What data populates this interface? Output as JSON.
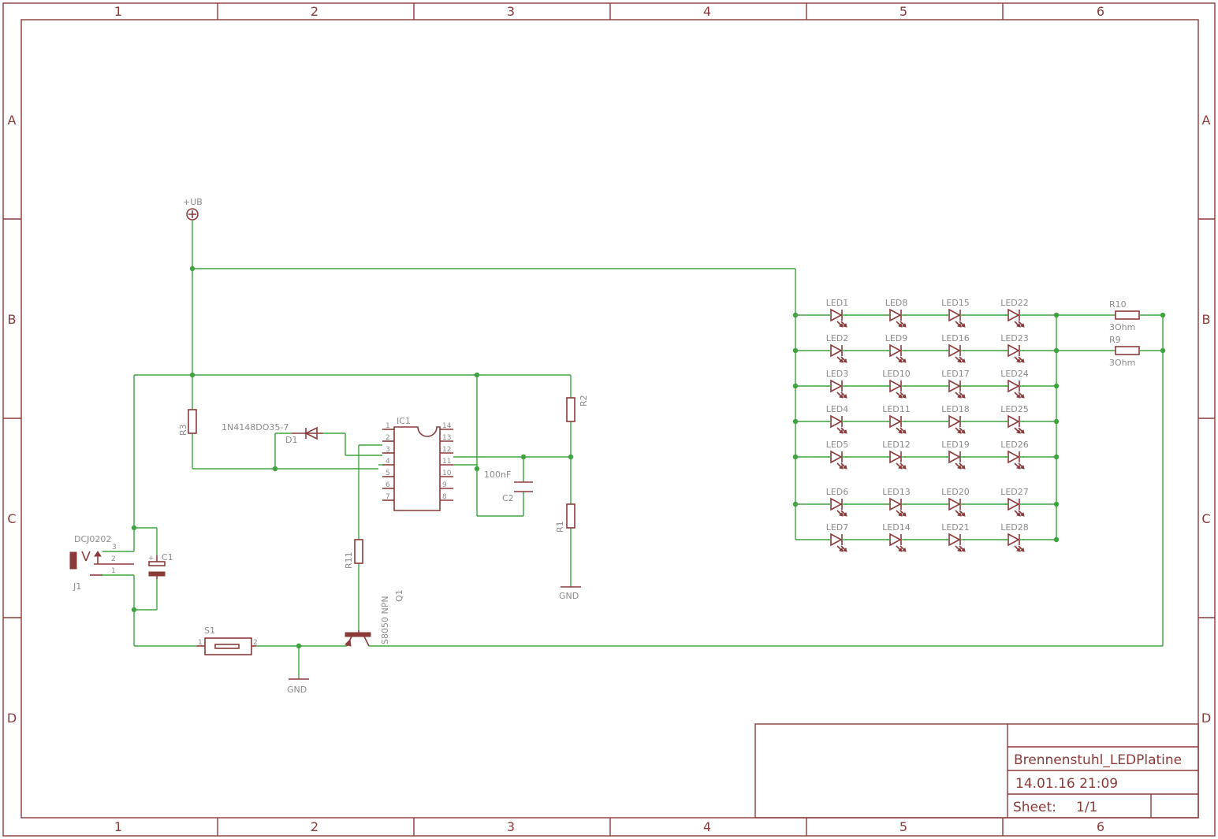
{
  "frame": {
    "columns": [
      "1",
      "2",
      "3",
      "4",
      "5",
      "6"
    ],
    "rows": [
      "A",
      "B",
      "C",
      "D"
    ]
  },
  "title_block": {
    "name": "Brennenstuhl_LEDPlatine",
    "date": "14.01.16 21:09",
    "sheet_label": "Sheet:",
    "sheet_value": "1/1"
  },
  "labels": {
    "supply": "+UB",
    "gnd_left": "GND",
    "gnd_right": "GND",
    "j1": "J1",
    "dcj": "DCJ0202",
    "j1_pin3": "3",
    "j1_pin2": "2",
    "j1_pin1": "1",
    "c1": "C1",
    "c2": "C2",
    "c2_value": "100nF",
    "r1": "R1",
    "r2": "R2",
    "r3": "R3",
    "r11": "R11",
    "r9": "R9",
    "r10": "R10",
    "r9_value": "3Ohm",
    "r10_value": "3Ohm",
    "d1": "D1",
    "d1_value": "1N4148DO35-7",
    "ic1": "IC1",
    "q1": "Q1",
    "q1_value": "S8050 NPN",
    "s1": "S1",
    "s1_pin1": "1",
    "s1_pin2": "2"
  },
  "ic_pins_left": [
    "1",
    "2",
    "3",
    "4",
    "5",
    "6",
    "7"
  ],
  "ic_pins_right": [
    "14",
    "13",
    "12",
    "11",
    "10",
    "9",
    "8"
  ],
  "led_rows": [
    [
      "LED1",
      "LED8",
      "LED15",
      "LED22"
    ],
    [
      "LED2",
      "LED9",
      "LED16",
      "LED23"
    ],
    [
      "LED3",
      "LED10",
      "LED17",
      "LED24"
    ],
    [
      "LED4",
      "LED11",
      "LED18",
      "LED25"
    ],
    [
      "LED5",
      "LED12",
      "LED19",
      "LED26"
    ],
    [
      "LED6",
      "LED13",
      "LED20",
      "LED27"
    ],
    [
      "LED7",
      "LED14",
      "LED21",
      "LED28"
    ]
  ],
  "colors": {
    "frame": "#8b3a3a",
    "wire": "#3fa33f",
    "label": "#8a8a8a"
  }
}
